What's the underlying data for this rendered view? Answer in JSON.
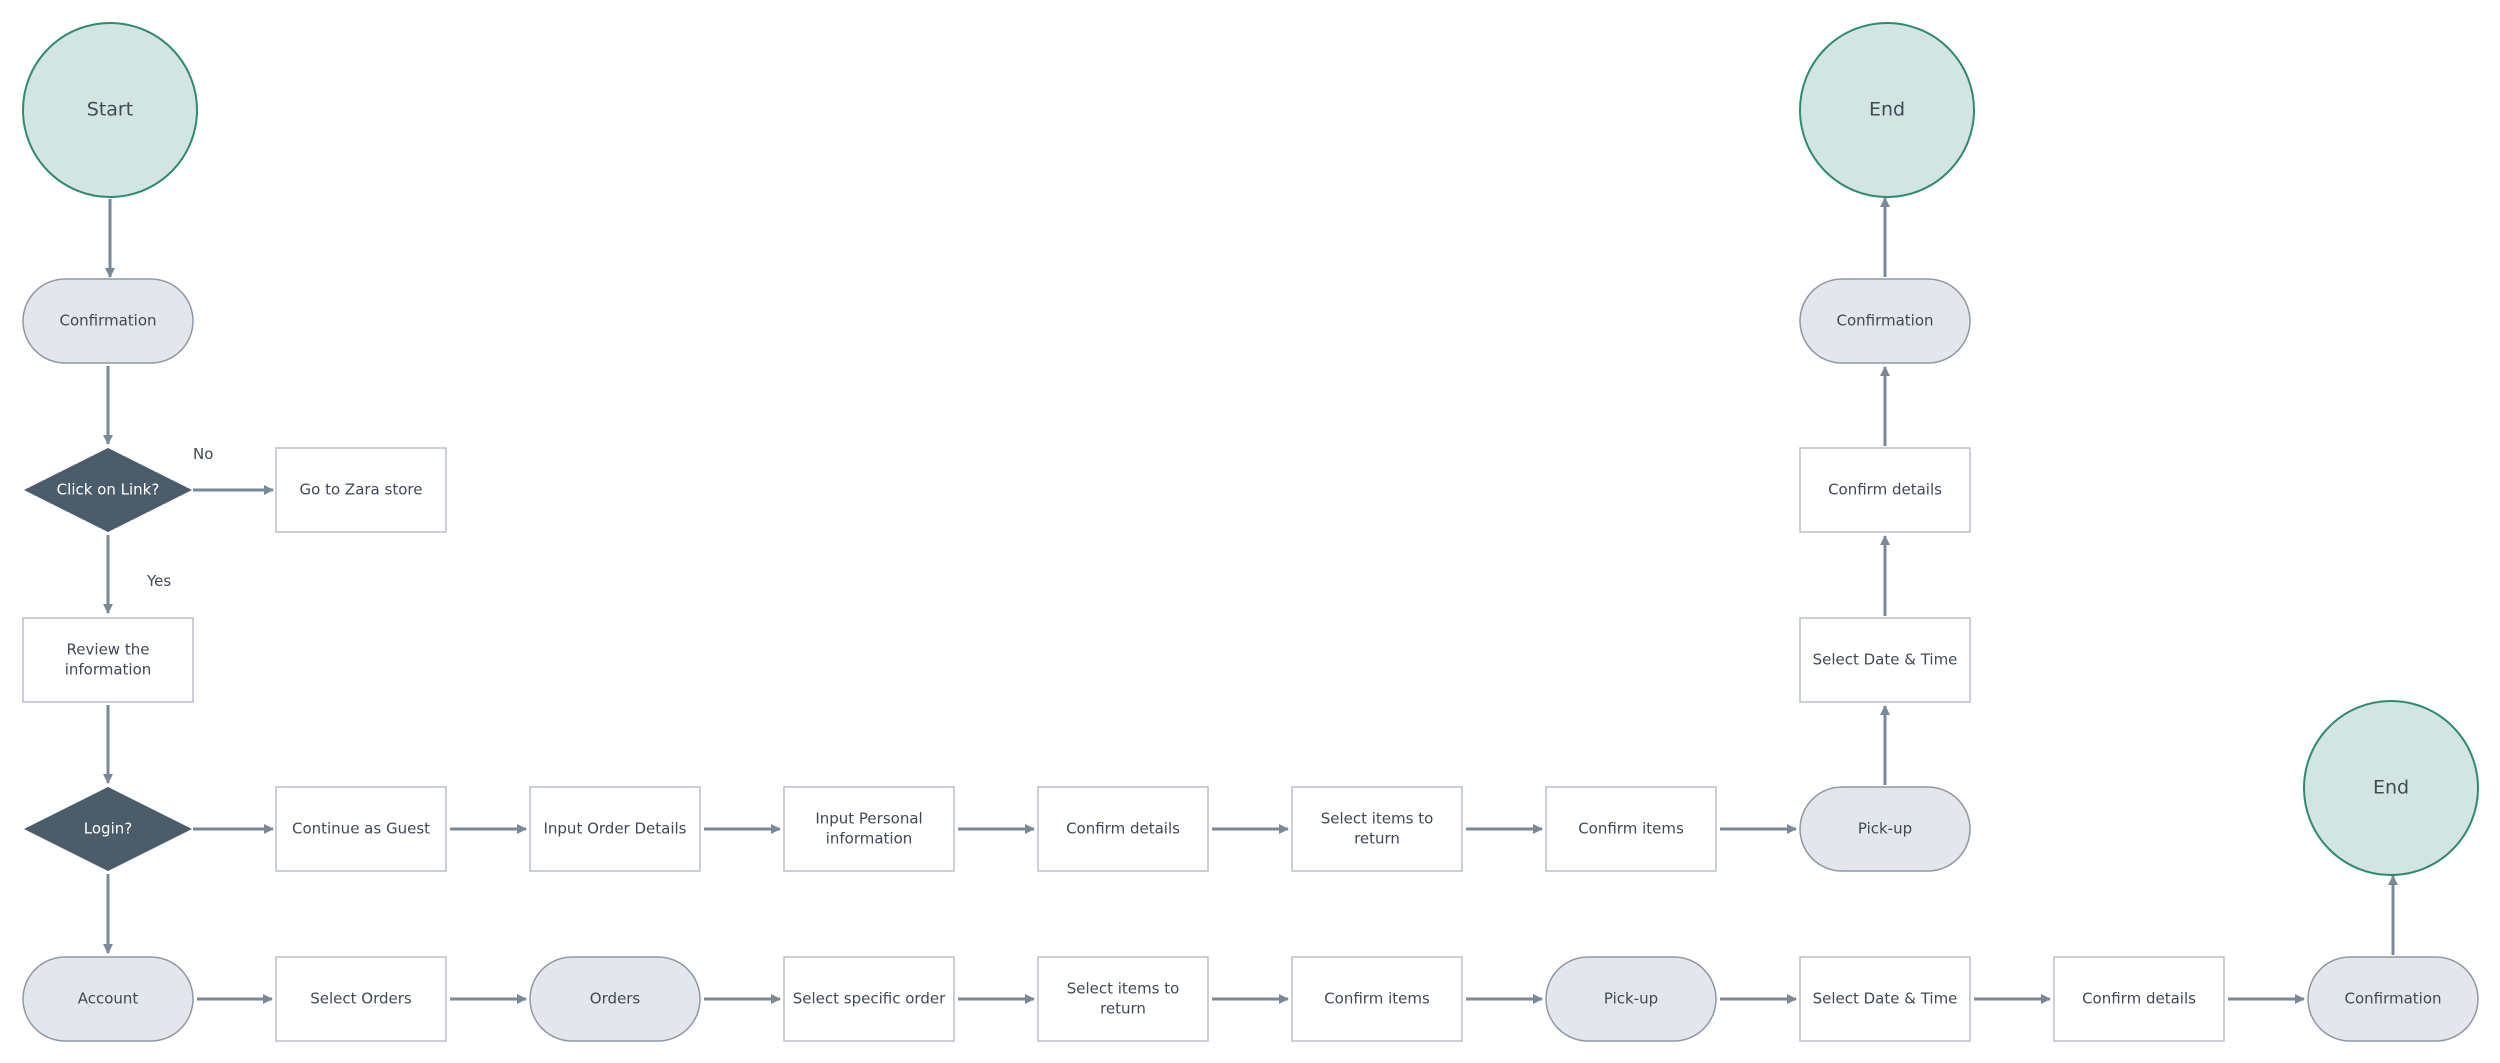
{
  "colors": {
    "terminal_fill": "#d3e5e1",
    "terminal_stroke": "#2f8a72",
    "pill_fill": "#e3e6ea",
    "pill_stroke": "#8d99a5",
    "rect_stroke": "#b8c0c8",
    "decision_fill": "#4b5c6b",
    "arrow": "#7a8997",
    "text": "#3f4a56"
  },
  "nodes": {
    "start": "Start",
    "end_top": "End",
    "end_right": "End",
    "confirmation_1": "Confirmation",
    "click_on_link": "Click on Link?",
    "go_to_zara_store": "Go to Zara store",
    "review_information": [
      "Review the",
      "information"
    ],
    "login": "Login?",
    "guest_path": {
      "continue_as_guest": "Continue as Guest",
      "input_order_details": "Input Order Details",
      "input_personal_information": [
        "Input Personal",
        "information"
      ],
      "confirm_details": "Confirm details",
      "select_items_to_return": [
        "Select items to",
        "return"
      ],
      "confirm_items": "Confirm items",
      "pick_up": "Pick-up",
      "select_date_time": "Select Date & Time",
      "confirm_details_2": "Confirm details",
      "confirmation": "Confirmation"
    },
    "account_path": {
      "account": "Account",
      "select_orders": "Select Orders",
      "orders": "Orders",
      "select_specific_order": "Select specific order",
      "select_items_to_return": [
        "Select items to",
        "return"
      ],
      "confirm_items": "Confirm items",
      "pick_up": "Pick-up",
      "select_date_time": "Select Date & Time",
      "confirm_details": "Confirm details",
      "confirmation": "Confirmation"
    }
  },
  "edge_labels": {
    "no": "No",
    "yes": "Yes"
  }
}
